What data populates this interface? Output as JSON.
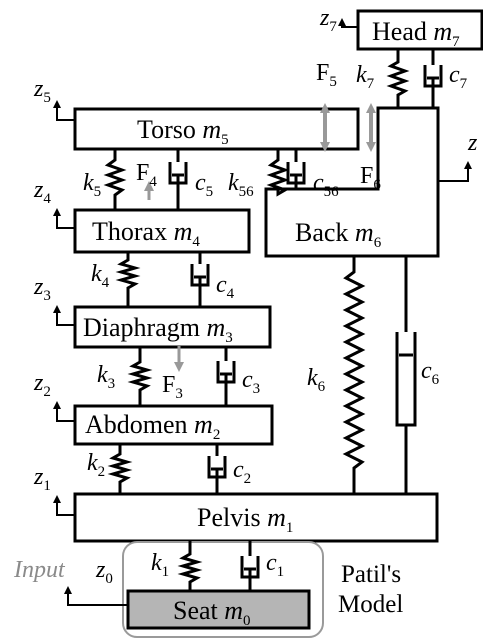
{
  "title": "Patil's Model",
  "title_lines": [
    "Patil's",
    "Model"
  ],
  "input_label": "Input",
  "colors": {
    "line": "#000000",
    "force_arrow": "#999999",
    "seat_fill": "#b5b5b5",
    "input_text": "#8a8a8a",
    "input_box": "#9a9a9a"
  },
  "masses": [
    {
      "name": "Seat",
      "sym": "m",
      "sub": "0"
    },
    {
      "name": "Pelvis",
      "sym": "m",
      "sub": "1"
    },
    {
      "name": "Abdomen",
      "sym": "m",
      "sub": "2"
    },
    {
      "name": "Diaphragm",
      "sym": "m",
      "sub": "3"
    },
    {
      "name": "Thorax",
      "sym": "m",
      "sub": "4"
    },
    {
      "name": "Torso",
      "sym": "m",
      "sub": "5"
    },
    {
      "name": "Back",
      "sym": "m",
      "sub": "6"
    },
    {
      "name": "Head",
      "sym": "m",
      "sub": "7"
    }
  ],
  "displacements": [
    {
      "sym": "z",
      "sub": "0"
    },
    {
      "sym": "z",
      "sub": "1"
    },
    {
      "sym": "z",
      "sub": "2"
    },
    {
      "sym": "z",
      "sub": "3"
    },
    {
      "sym": "z",
      "sub": "4"
    },
    {
      "sym": "z",
      "sub": "5"
    },
    {
      "sym": "z",
      "sub": ""
    },
    {
      "sym": "z",
      "sub": "7"
    }
  ],
  "springs": [
    {
      "sym": "k",
      "sub": "1"
    },
    {
      "sym": "k",
      "sub": "2"
    },
    {
      "sym": "k",
      "sub": "3"
    },
    {
      "sym": "k",
      "sub": "4"
    },
    {
      "sym": "k",
      "sub": "5"
    },
    {
      "sym": "k",
      "sub": "56"
    },
    {
      "sym": "k",
      "sub": "6"
    },
    {
      "sym": "k",
      "sub": "7"
    }
  ],
  "dampers": [
    {
      "sym": "c",
      "sub": "1"
    },
    {
      "sym": "c",
      "sub": "2"
    },
    {
      "sym": "c",
      "sub": "3"
    },
    {
      "sym": "c",
      "sub": "4"
    },
    {
      "sym": "c",
      "sub": "5"
    },
    {
      "sym": "c",
      "sub": "56"
    },
    {
      "sym": "c",
      "sub": "6"
    },
    {
      "sym": "c",
      "sub": "7"
    }
  ],
  "forces": [
    {
      "sym": "F",
      "sub": "3"
    },
    {
      "sym": "F",
      "sub": "4"
    },
    {
      "sym": "F",
      "sub": "5"
    },
    {
      "sym": "F",
      "sub": "6"
    }
  ]
}
